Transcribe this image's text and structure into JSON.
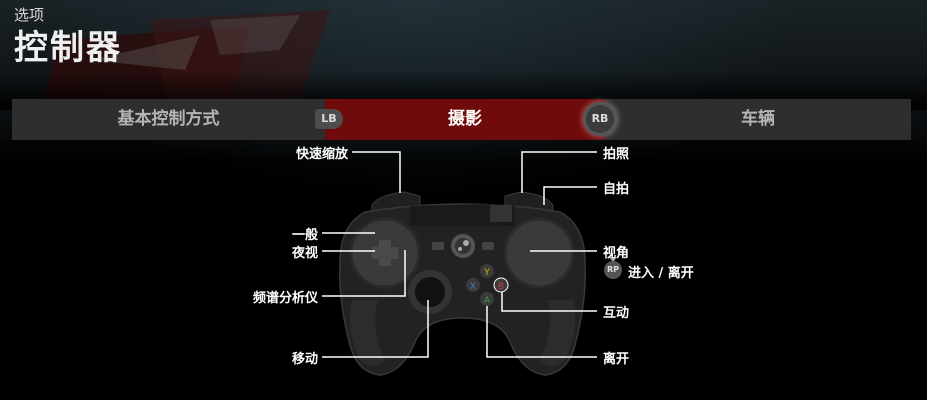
{
  "header": {
    "subtitle": "选项",
    "title": "控制器"
  },
  "tabs": [
    {
      "label": "基本控制方式",
      "active": false
    },
    {
      "label": "摄影",
      "active": true
    },
    {
      "label": "车辆",
      "active": false
    }
  ],
  "bumpers": {
    "left": "LB",
    "right": "RB"
  },
  "left_labels": {
    "quick_zoom": "快速缩放",
    "normal": "一般",
    "night_vision": "夜视",
    "spectrum": "频谱分析仪",
    "move": "移动"
  },
  "right_labels": {
    "take_photo": "拍照",
    "selfie": "自拍",
    "view_angle": "视角",
    "rp_badge": "RP",
    "enter_exit": "进入 / 离开",
    "interact": "互动",
    "leave": "离开"
  },
  "face_buttons": {
    "y": "Y",
    "x": "X",
    "b": "B",
    "a": "A"
  },
  "colors": {
    "active_tab": "#700b0b",
    "tab_bar": "#2e2e2e"
  }
}
